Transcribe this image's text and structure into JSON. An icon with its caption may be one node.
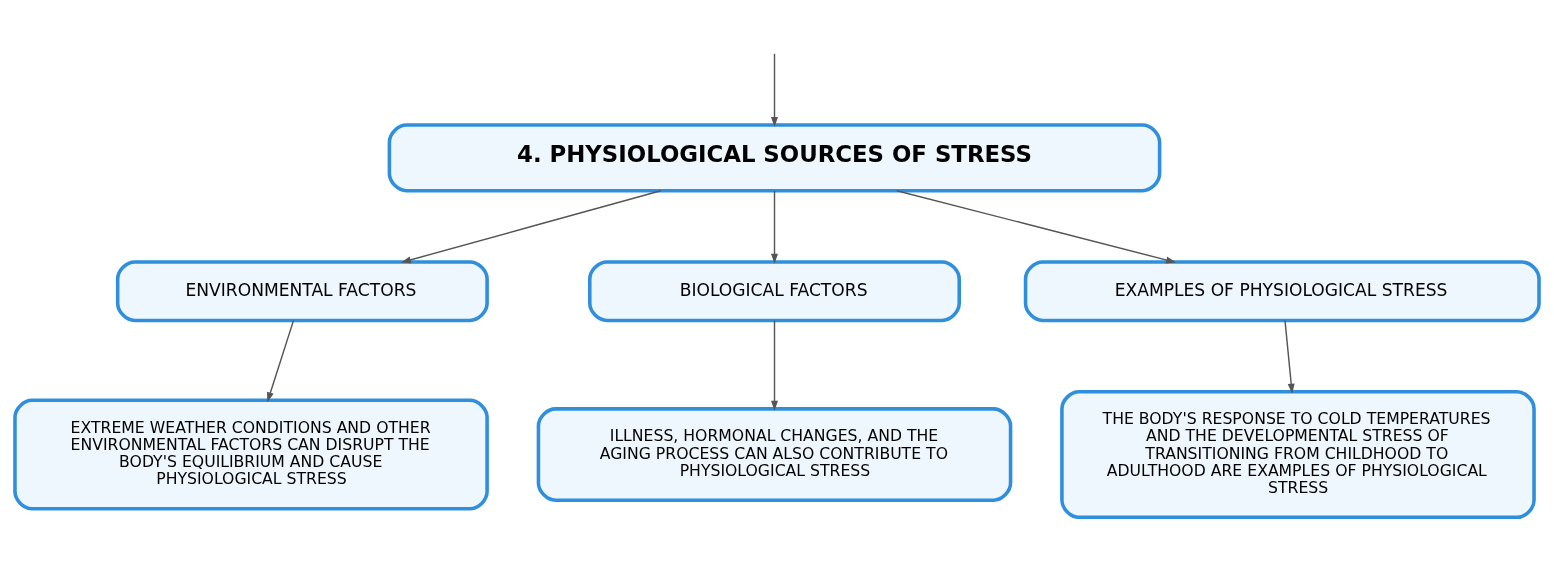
{
  "diagram": {
    "nodes": [
      {
        "text": [
          "4. PHYSIOLOGICAL SOURCES OF STRESS"
        ]
      },
      {
        "text": [
          "ENVIRONMENTAL FACTORS"
        ]
      },
      {
        "text": [
          "BIOLOGICAL FACTORS"
        ]
      },
      {
        "text": [
          "EXAMPLES OF PHYSIOLOGICAL STRESS"
        ]
      },
      {
        "text": [
          "EXTREME WEATHER CONDITIONS AND OTHER ENVIRONMENTAL FACTORS CAN DISRUPT THE BODY'S EQUILIBRIUM AND CAUSE PHYSIOLOGICAL STRESS"
        ]
      },
      {
        "text": [
          "ILLNESS, HORMONAL CHANGES, AND THE AGING PROCESS CAN ALSO CONTRIBUTE TO PHYSIOLOGICAL STRESS"
        ]
      },
      {
        "text": [
          "THE BODY'S RESPONSE TO COLD TEMPERATURES AND THE DEVELOPMENTAL STRESS OF TRANSITIONING FROM CHILDHOOD TO ADULTHOOD ARE EXAMPLES OF PHYSIOLOGICAL STRESS"
        ]
      }
    ],
    "edges": [
      {
        "from": null,
        "to": 0,
        "arrow": "to"
      },
      {
        "from": 0,
        "to": 1,
        "arrow": "to"
      },
      {
        "from": 0,
        "to": 2,
        "arrow": "to"
      },
      {
        "from": 0,
        "to": 3,
        "arrow": "to"
      },
      {
        "from": 1,
        "to": 4,
        "arrow": "to"
      },
      {
        "from": 2,
        "to": 5,
        "arrow": "to"
      },
      {
        "from": 3,
        "to": 6,
        "arrow": "to"
      }
    ]
  }
}
